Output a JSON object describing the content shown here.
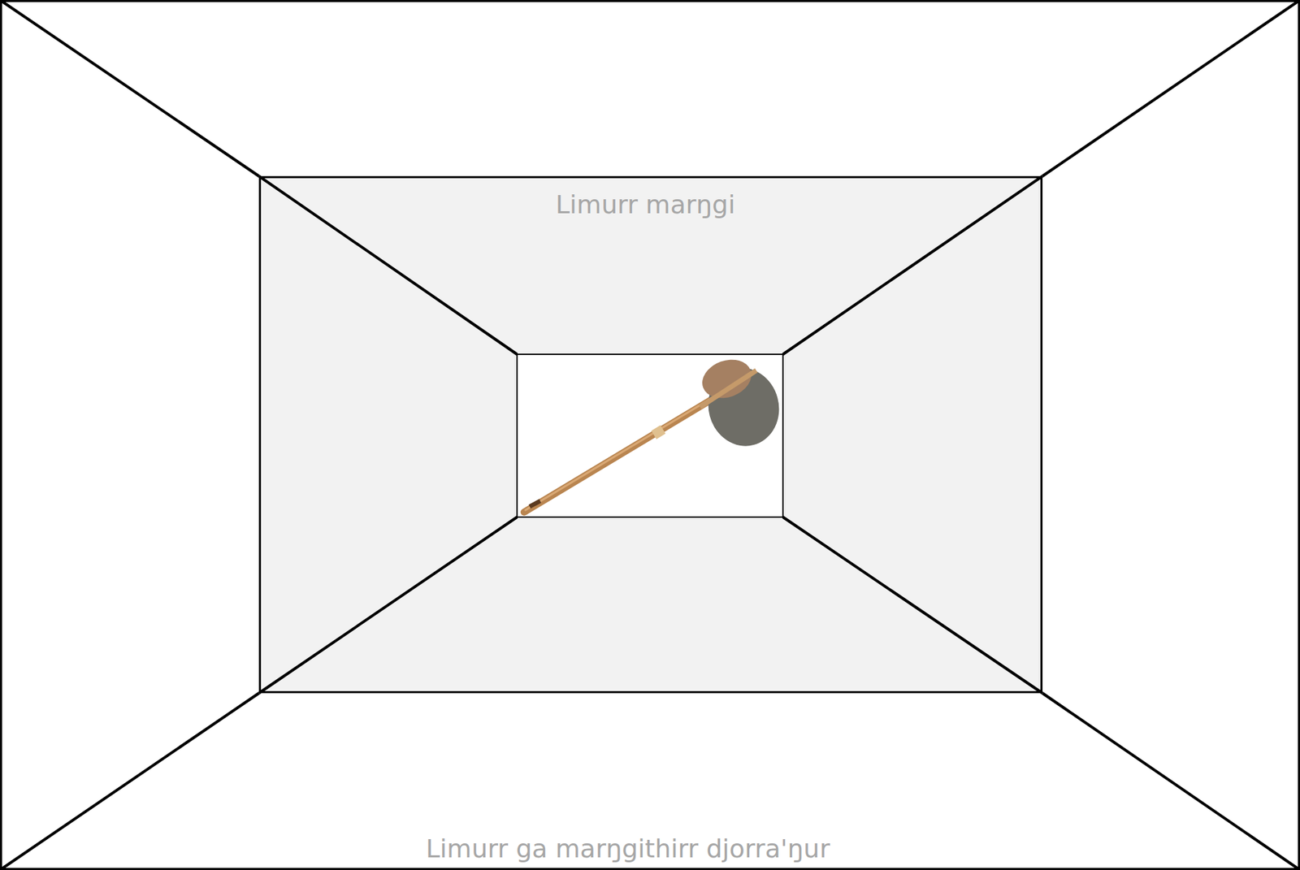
{
  "diagram": {
    "nodes": [
      {
        "text": [
          "Limurr ga marŋgithirr djorra'ŋur"
        ]
      },
      {
        "text": [
          "Limurr marŋgi"
        ],
        "in": 0
      }
    ]
  }
}
